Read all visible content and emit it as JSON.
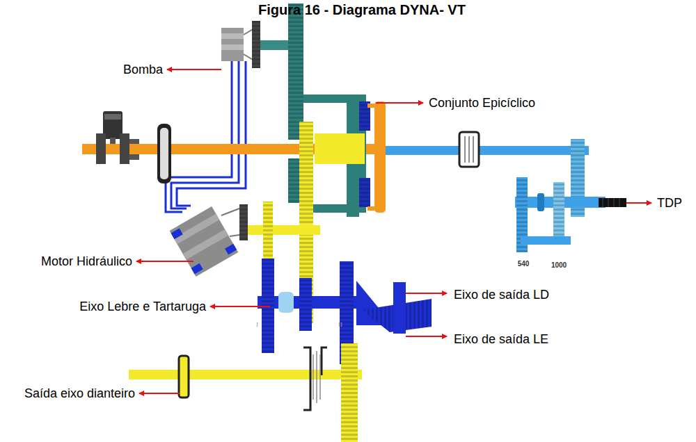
{
  "diagram": {
    "title": "Figura 16 - Diagrama DYNA- VT",
    "labels": [
      "Bomba",
      "Conjunto Epicíclico",
      "TDP",
      "Motor Hidráulico",
      "Eixo Lebre e Tartaruga",
      "Eixo de saída LD",
      "Eixo de saída LE",
      "Saída eixo dianteiro",
      "540",
      "1000"
    ]
  }
}
